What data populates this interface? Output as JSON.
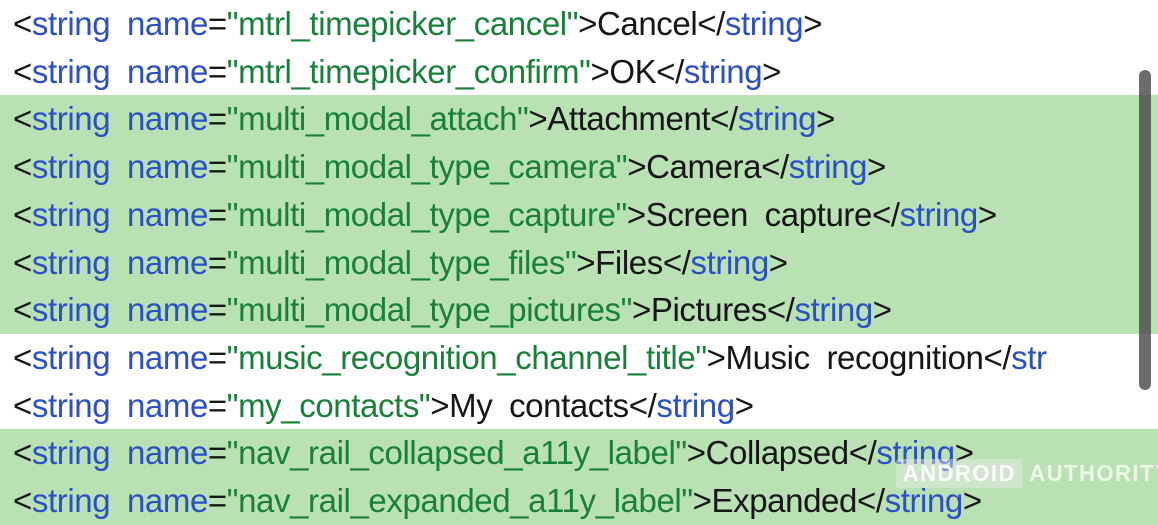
{
  "app": {
    "description": "Android strings.xml resource file viewer with search-highlighted lines"
  },
  "colors": {
    "tag_blue": "#2a4fc8",
    "attr_value_green": "#188038",
    "text_black": "#161616",
    "highlight_green": "#b9e1b3",
    "background": "#ffffff",
    "scrollbar_gray": "rgba(66,66,66,0.78)"
  },
  "code": {
    "tag": "string",
    "attr": "name",
    "lines": [
      {
        "name": "mtrl_timepicker_cancel",
        "text": "Cancel",
        "highlighted": false,
        "close_tag": "string",
        "close_end": ">"
      },
      {
        "name": "mtrl_timepicker_confirm",
        "text": "OK",
        "highlighted": false,
        "close_tag": "string",
        "close_end": ">"
      },
      {
        "name": "multi_modal_attach",
        "text": "Attachment",
        "highlighted": true,
        "close_tag": "string",
        "close_end": ">"
      },
      {
        "name": "multi_modal_type_camera",
        "text": "Camera",
        "highlighted": true,
        "close_tag": "string",
        "close_end": ">"
      },
      {
        "name": "multi_modal_type_capture",
        "text": "Screen capture",
        "highlighted": true,
        "close_tag": "string",
        "close_end": ">"
      },
      {
        "name": "multi_modal_type_files",
        "text": "Files",
        "highlighted": true,
        "close_tag": "string",
        "close_end": ">"
      },
      {
        "name": "multi_modal_type_pictures",
        "text": "Pictures",
        "highlighted": true,
        "close_tag": "string",
        "close_end": ">"
      },
      {
        "name": "music_recognition_channel_title",
        "text": "Music recognition",
        "highlighted": false,
        "close_tag": "str",
        "close_end": ""
      },
      {
        "name": "my_contacts",
        "text": "My contacts",
        "highlighted": false,
        "close_tag": "string",
        "close_end": ">"
      },
      {
        "name": "nav_rail_collapsed_a11y_label",
        "text": "Collapsed",
        "highlighted": true,
        "close_tag": "string",
        "close_end": ">"
      },
      {
        "name": "nav_rail_expanded_a11y_label",
        "text": "Expanded",
        "highlighted": true,
        "close_tag": "string",
        "close_end": ">"
      }
    ]
  },
  "watermark": {
    "part1": "ANDROID",
    "part2": "AUTHORITY"
  }
}
